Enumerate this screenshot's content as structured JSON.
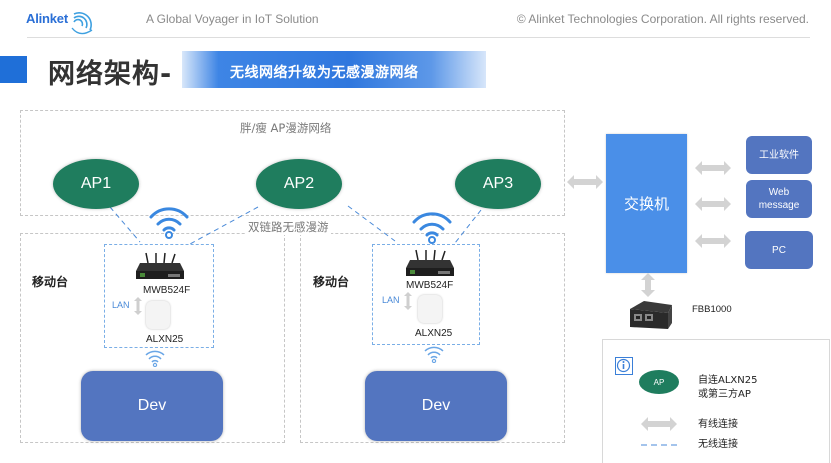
{
  "header": {
    "logo_text": "Alinket",
    "tagline": "A Global Voyager in IoT Solution",
    "copyright": "© Alinket Technologies Corporation. All rights reserved."
  },
  "title": {
    "main": "网络架构-",
    "subtitle": "无线网络升级为无感漫游网络"
  },
  "regions": {
    "top_label": "胖/瘦 AP漫游网络",
    "roaming_label": "双链路无感漫游"
  },
  "aps": [
    {
      "label": "AP1"
    },
    {
      "label": "AP2"
    },
    {
      "label": "AP3"
    }
  ],
  "mobile_stations": [
    {
      "label": "移动台",
      "router": "MWB524F",
      "ap": "ALXN25",
      "lan": "LAN",
      "device": "Dev"
    },
    {
      "label": "移动台",
      "router": "MWB524F",
      "ap": "ALXN25",
      "lan": "LAN",
      "device": "Dev"
    }
  ],
  "switch": {
    "label": "交换机"
  },
  "services": [
    {
      "label": "工业软件"
    },
    {
      "label": "Web message"
    },
    {
      "label": "PC"
    }
  ],
  "gateway": {
    "label": "FBB1000"
  },
  "legend": {
    "icon": "info-icon",
    "ap_symbol": "AP",
    "ap_desc_line1": "自连ALXN25",
    "ap_desc_line2": "或第三方AP",
    "wired": "有线连接",
    "wireless": "无线连接"
  },
  "colors": {
    "ap_green": "#1f7d5e",
    "dev_blue": "#5375c0",
    "switch_blue": "#4a8fe8",
    "accent_blue": "#1f6fd8",
    "wireless_dash": "#4a8ad8",
    "wired_arrow": "#d3d3d3"
  }
}
